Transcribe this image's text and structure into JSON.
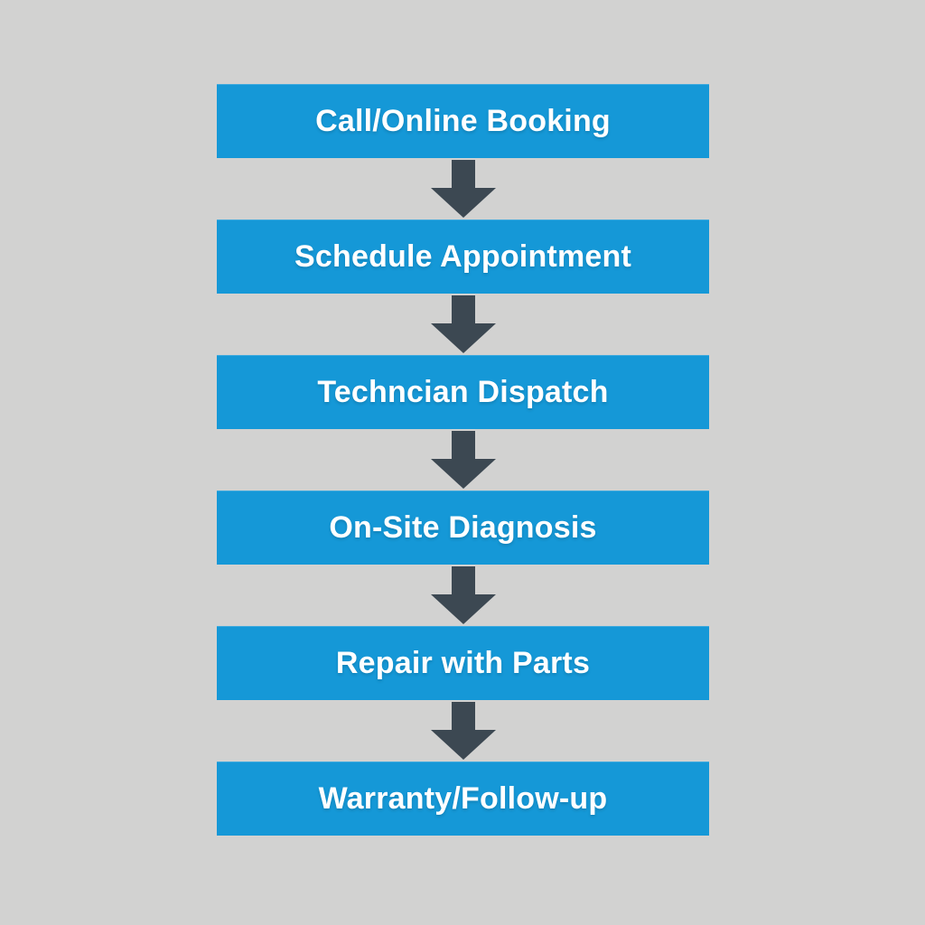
{
  "diagram": {
    "type": "flowchart",
    "direction": "top-down",
    "connector_icon": "arrow-down-icon",
    "steps": [
      {
        "label": "Call/Online Booking"
      },
      {
        "label": "Schedule Appointment"
      },
      {
        "label": "Techncian Dispatch"
      },
      {
        "label": "On-Site Diagnosis"
      },
      {
        "label": "Repair with Parts"
      },
      {
        "label": "Warranty/Follow-up"
      }
    ],
    "colors": {
      "background": "#d2d2d1",
      "box_fill": "#1598d7",
      "box_text": "#ffffff",
      "arrow": "#3c4852"
    }
  }
}
